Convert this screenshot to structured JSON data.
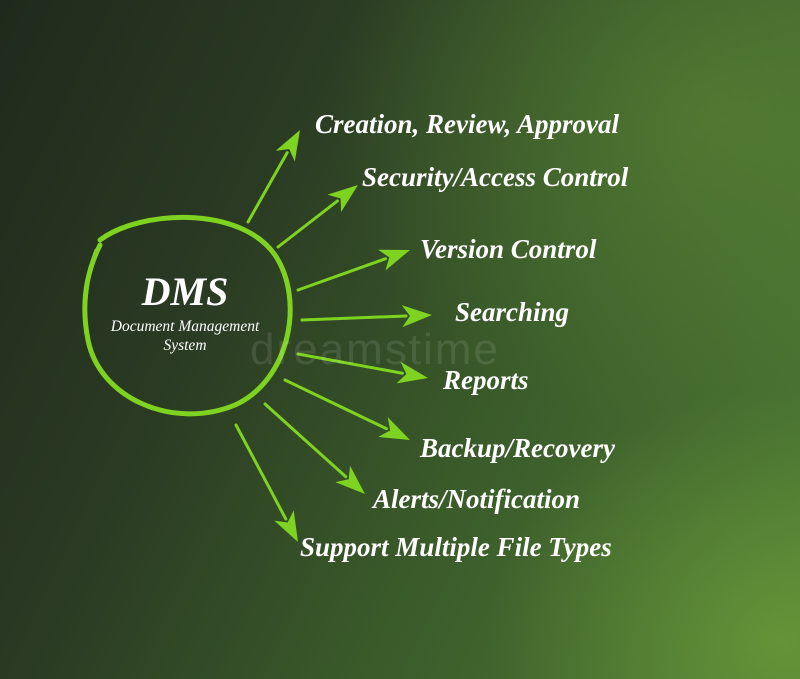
{
  "hub": {
    "title": "DMS",
    "subtitle_line1": "Document Management",
    "subtitle_line2": "System"
  },
  "features": [
    {
      "id": "creation",
      "label": "Creation, Review, Approval"
    },
    {
      "id": "security",
      "label": "Security/Access Control"
    },
    {
      "id": "version",
      "label": "Version Control"
    },
    {
      "id": "searching",
      "label": "Searching"
    },
    {
      "id": "reports",
      "label": "Reports"
    },
    {
      "id": "backup",
      "label": "Backup/Recovery"
    },
    {
      "id": "alerts",
      "label": "Alerts/Notification"
    },
    {
      "id": "filetypes",
      "label": "Support Multiple File Types"
    }
  ],
  "watermark": "dreamstime",
  "colors": {
    "accent": "#7ed321",
    "text": "#ffffff"
  }
}
